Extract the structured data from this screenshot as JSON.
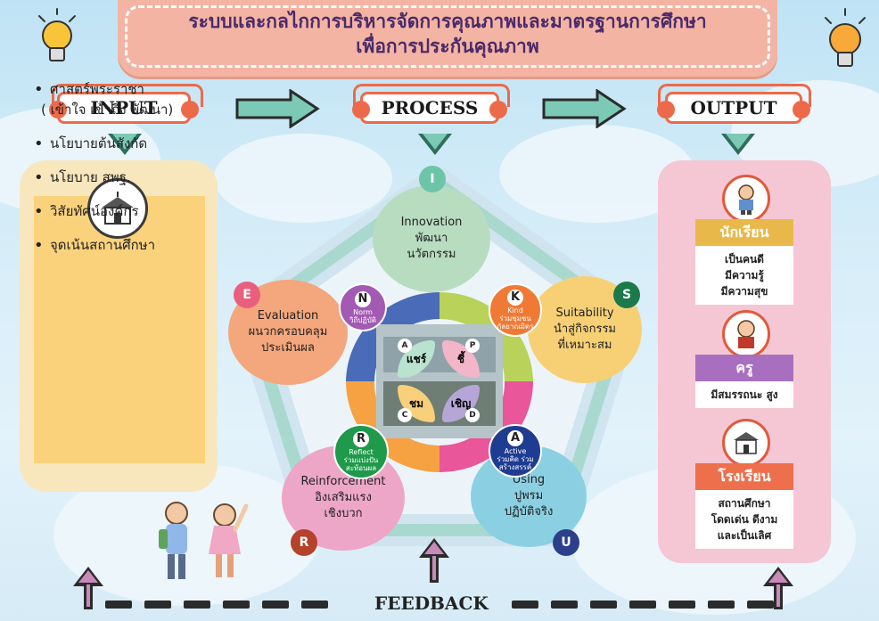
{
  "title": {
    "line1": "ระบบและกลไกการบริหารจัดการคุณภาพและมาตรฐานการศึกษา",
    "line2": "เพื่อการประกันคุณภาพ"
  },
  "stages": {
    "input": "INPUT",
    "process": "PROCESS",
    "output": "OUTPUT"
  },
  "input_items": [
    "ศาสตร์พระราชา",
    "( เข้าใจ เข้าถึง พัฒนา)",
    "นโยบายต้นสังกัด",
    "นโยบาย สพฐ.",
    "วิสัยทัศน์องค์กร",
    "จุดเน้นสถานศึกษา"
  ],
  "petals": {
    "innovation": {
      "letter": "I",
      "en": "Innovation",
      "th1": "พัฒนา",
      "th2": "นวัตกรรม"
    },
    "suitability": {
      "letter": "S",
      "en": "Suitability",
      "th1": "นำสู่กิจกรรม",
      "th2": "ที่เหมาะสม"
    },
    "using": {
      "letter": "U",
      "en": "Using",
      "th1": "ปูพรม",
      "th2": "ปฏิบัติจริง"
    },
    "reinforcement": {
      "letter": "R",
      "en": "Reinforcement",
      "th1": "อิงเสริมแรง",
      "th2": "เชิงบวก"
    },
    "evaluation": {
      "letter": "E",
      "en": "Evaluation",
      "th1": "ผนวกครอบคลุม",
      "th2": "ประเมินผล"
    }
  },
  "inner": {
    "norm": {
      "letter": "N",
      "en": "Norm",
      "th": "วิถีปฏิบัติ"
    },
    "kind": {
      "letter": "K",
      "en": "Kind",
      "th": "ร่วมชุมชน กัลยาณมิตร"
    },
    "active": {
      "letter": "A",
      "en": "Active",
      "th": "ร่วมคิด ร่วมสร้างสรรค์"
    },
    "reflect": {
      "letter": "R",
      "en": "Reflect",
      "th": "ร่วมแบ่งปัน สะท้อนผล"
    }
  },
  "center_quads": {
    "a": {
      "letter": "A",
      "th": "แชร์"
    },
    "p": {
      "letter": "P",
      "th": "ชี้"
    },
    "c": {
      "letter": "C",
      "th": "ชม"
    },
    "d": {
      "letter": "D",
      "th": "เชิญ"
    }
  },
  "outputs": {
    "student": {
      "head": "นักเรียน",
      "lines": [
        "เป็นคนดี",
        "มีความรู้",
        "มีความสุข"
      ]
    },
    "teacher": {
      "head": "ครู",
      "lines": [
        "มีสมรรถนะ สูง"
      ]
    },
    "school": {
      "head": "โรงเรียน",
      "lines": [
        "สถานศึกษา",
        "โดดเด่น ดีงาม",
        "และเป็นเลิศ"
      ]
    }
  },
  "feedback": "FEEDBACK",
  "colors": {
    "title_bg": "#f4b4a3",
    "stage_border": "#ec6a4a",
    "arrow": "#7cc9b6",
    "input_panel": "#fbd27c",
    "output_panel": "#f5c7d4",
    "student": "#e8b94a",
    "teacher": "#a86fc0",
    "school": "#ee6f4c"
  }
}
